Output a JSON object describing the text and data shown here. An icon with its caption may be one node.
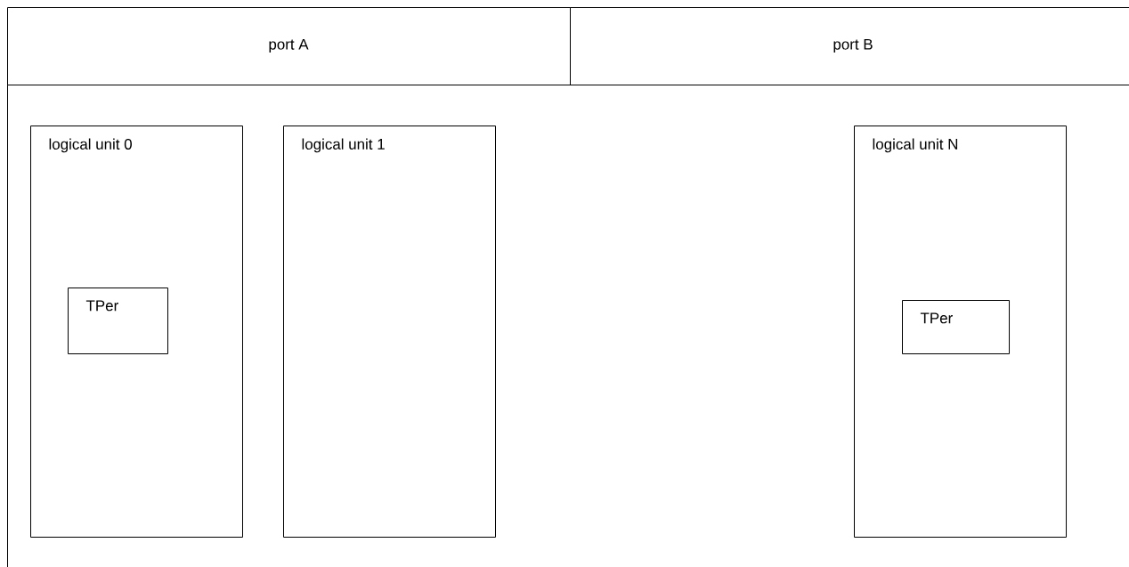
{
  "diagram": {
    "nodes": [
      {
        "text": [
          "port A"
        ]
      },
      {
        "text": [
          "port B"
        ]
      },
      {
        "text": [],
        "shape": "box"
      },
      {
        "text": [
          "logical unit 0"
        ],
        "in": 2
      },
      {
        "text": [
          "TPer"
        ],
        "in": 3
      },
      {
        "text": [
          "logical unit 1"
        ],
        "in": 2
      },
      {
        "text": [
          "logical unit N"
        ],
        "in": 2
      },
      {
        "text": [
          "TPer"
        ],
        "in": 6
      }
    ]
  }
}
